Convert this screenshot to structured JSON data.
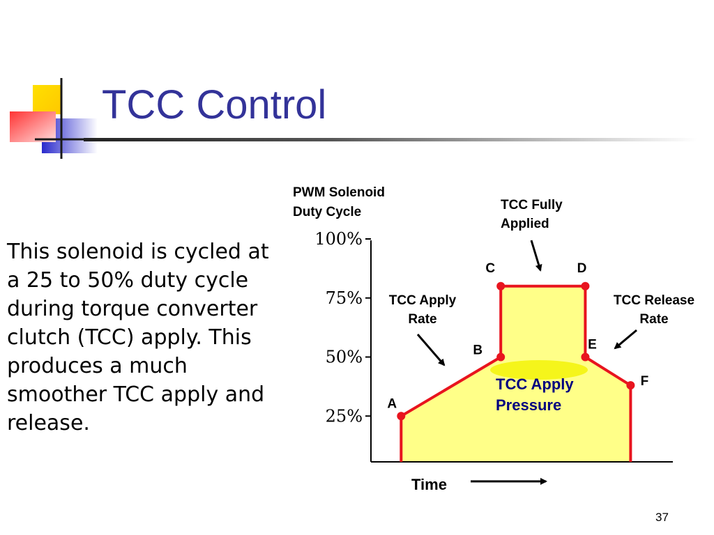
{
  "slide": {
    "title": "TCC Control",
    "body_text": "This solenoid is cycled at a 25 to 50% duty cycle during torque converter clutch (TCC) apply. This produces a much smoother TCC apply and release.",
    "slide_number": "37"
  },
  "colors": {
    "title": "#333399",
    "fill": "#ffff88",
    "line": "#e8141e",
    "highlight": "#f2f200",
    "logo_yellow": "#ffd200",
    "logo_blue": "#3333cc",
    "logo_red": "#ff3333"
  },
  "chart_data": {
    "type": "area",
    "ylabel_lines": [
      "PWM Solenoid",
      "Duty Cycle"
    ],
    "xlabel": "Time",
    "y_ticks": [
      {
        "value": 100,
        "label": "100%"
      },
      {
        "value": 75,
        "label": "75%"
      },
      {
        "value": 50,
        "label": "50%"
      },
      {
        "value": 25,
        "label": "25%"
      }
    ],
    "ylim": [
      0,
      100
    ],
    "xlim": [
      0,
      1
    ],
    "points": [
      {
        "label": "A",
        "x": 0.1,
        "y": 25
      },
      {
        "label": "B",
        "x": 0.43,
        "y": 50
      },
      {
        "label": "C",
        "x": 0.43,
        "y": 80
      },
      {
        "label": "D",
        "x": 0.71,
        "y": 80
      },
      {
        "label": "E",
        "x": 0.71,
        "y": 50
      },
      {
        "label": "F",
        "x": 0.86,
        "y": 38
      }
    ],
    "area_label": [
      "TCC Apply",
      "Pressure"
    ],
    "annotations": {
      "fully_applied": [
        "TCC Fully",
        "Applied"
      ],
      "apply_rate": [
        "TCC Apply",
        "Rate"
      ],
      "release_rate": [
        "TCC Release",
        "Rate"
      ]
    }
  }
}
